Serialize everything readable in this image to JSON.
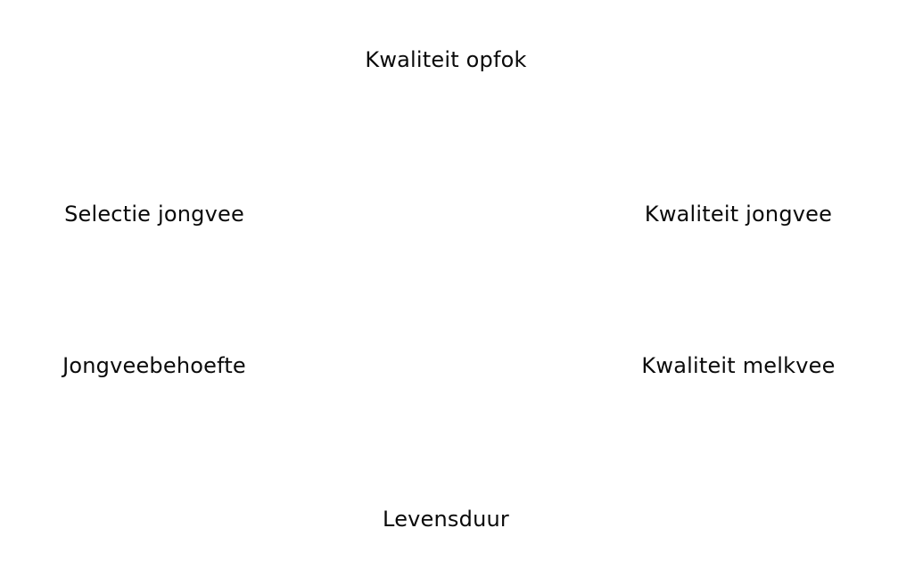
{
  "nodes": {
    "kwaliteit_opfok": "Kwaliteit opfok",
    "selectie_jongvee": "Selectie jongvee",
    "kwaliteit_jongvee": "Kwaliteit jongvee",
    "jongveebehoefte": "Jongveebehoefte",
    "kwaliteit_melkvee": "Kwaliteit melkvee",
    "levensduur": "Levensduur"
  }
}
